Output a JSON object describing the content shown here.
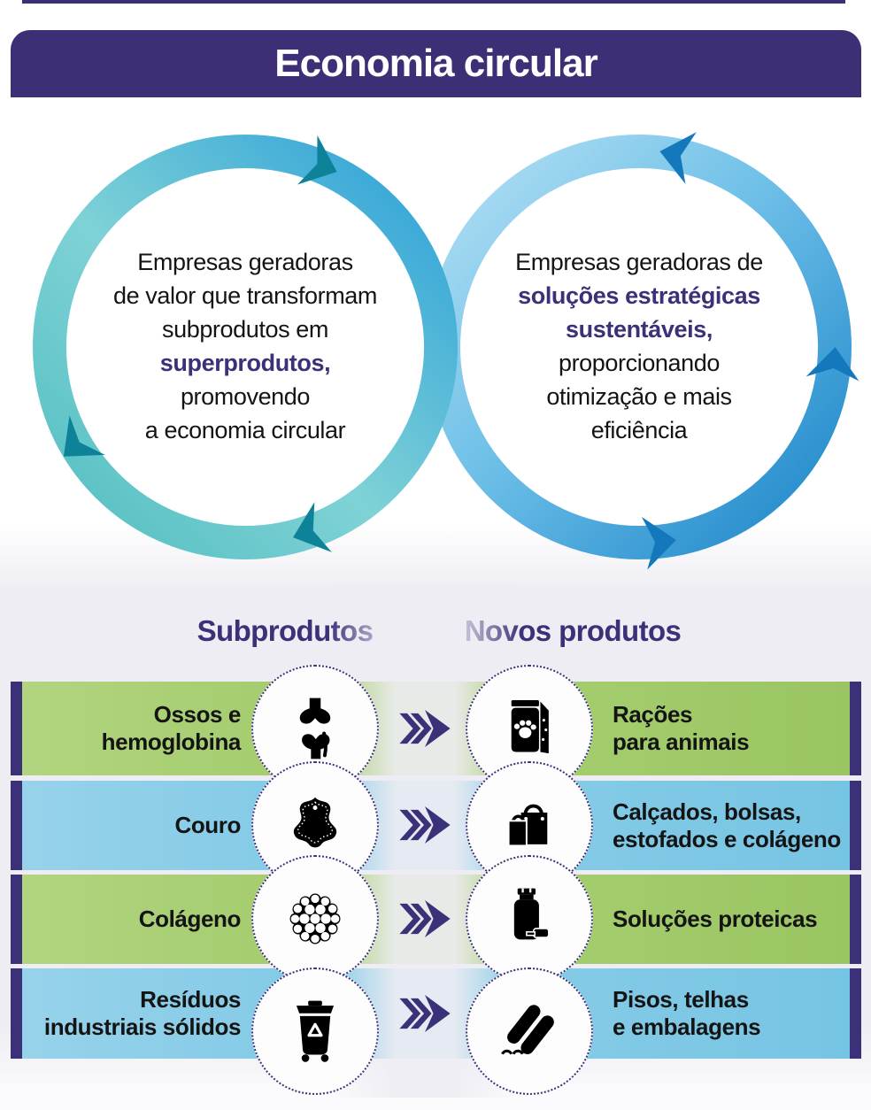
{
  "header": {
    "title": "Economia circular"
  },
  "cycles": {
    "left": {
      "lines": [
        "Empresas geradoras",
        "de valor que transformam",
        "subprodutos em",
        "superprodutos,",
        "promovendo",
        "a economia circular"
      ]
    },
    "right": {
      "lines": [
        "Empresas geradoras de",
        "soluções estratégicas",
        "sustentáveis,",
        "proporcionando",
        "otimização e mais",
        "eficiência"
      ]
    }
  },
  "columns": {
    "subproducts": "Subprodutos",
    "new_products": "Novos produtos"
  },
  "rows": [
    {
      "subproduct": "Ossos e\nhemoglobina",
      "subproduct_icon": "bone-joint-icon",
      "product": "Rações\npara animais",
      "product_icon": "pet-food-bag-icon",
      "band": "green"
    },
    {
      "subproduct": "Couro",
      "subproduct_icon": "leather-hide-icon",
      "product": "Calçados, bolsas,\nestofados e colágeno",
      "product_icon": "shopping-bags-icon",
      "band": "blue"
    },
    {
      "subproduct": "Colágeno",
      "subproduct_icon": "collagen-molecule-icon",
      "product": "Soluções proteicas",
      "product_icon": "protein-jar-icon",
      "band": "green"
    },
    {
      "subproduct": "Resíduos\nindustriais sólidos",
      "subproduct_icon": "recycling-bin-icon",
      "product": "Pisos, telhas\ne embalagens",
      "product_icon": "roof-tiles-icon",
      "band": "blue"
    }
  ],
  "icons": {
    "transform_arrow": "triple-chevron-right"
  },
  "colors": {
    "header_purple": "#3E2E75",
    "accent_purple": "#3A3179",
    "band_green": "#A3CC6C",
    "band_blue": "#82CAE6",
    "section_bg": "#EEEDF3",
    "ring_teal": "#52BEC0",
    "ring_teal_light": "#7FD2D6",
    "ring_blue": "#2B9FD9",
    "ring_arrow_teal": "#0E8299",
    "ring_blue_light": "#B4E0F4",
    "ring_blue_dark": "#1B85C9",
    "ring_arrow_blue": "#1478BC",
    "text_dark": "#141414"
  }
}
